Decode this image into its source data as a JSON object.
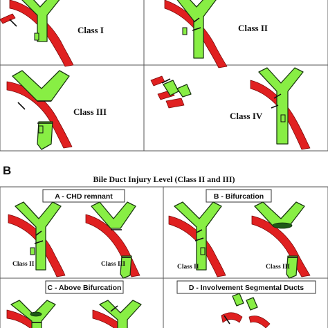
{
  "sectionA": {
    "letter": "",
    "panels": [
      {
        "label": "Class I"
      },
      {
        "label": "Class II"
      },
      {
        "label": "Class III"
      },
      {
        "label": "Class IV"
      }
    ]
  },
  "sectionB": {
    "letter": "B",
    "title": "Bile Duct Injury Level (Class II and III)",
    "subpanels": [
      {
        "title": "A - CHD remnant",
        "left_label": "Class II",
        "right_label": "Class III"
      },
      {
        "title": "B - Bifurcation",
        "left_label": "Class II",
        "right_label": "Class III"
      },
      {
        "title": "C - Above Bifurcation"
      },
      {
        "title": "D - Involvement Segmental Ducts"
      }
    ]
  },
  "colors": {
    "duct": "#88ee44",
    "artery": "#e02020",
    "border": "#555555"
  }
}
